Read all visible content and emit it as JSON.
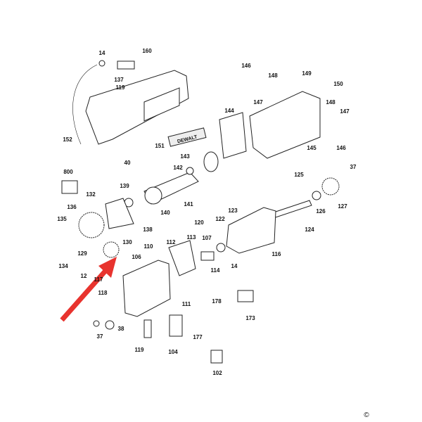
{
  "diagram": {
    "labels": [
      "14",
      "160",
      "137",
      "119",
      "152",
      "151",
      "40",
      "143",
      "142",
      "800",
      "132",
      "139",
      "136",
      "135",
      "140",
      "141",
      "138",
      "134",
      "129",
      "130",
      "12",
      "117",
      "106",
      "110",
      "112",
      "113",
      "118",
      "111",
      "37",
      "38",
      "119",
      "104",
      "177",
      "102",
      "146",
      "148",
      "149",
      "150",
      "147",
      "144",
      "148",
      "147",
      "145",
      "146",
      "125",
      "37",
      "126",
      "127",
      "123",
      "122",
      "120",
      "107",
      "124",
      "114",
      "14",
      "116",
      "178",
      "173"
    ],
    "logo_text": "DEWALT",
    "copyright": "©",
    "arrow_color": "#e8332e"
  }
}
